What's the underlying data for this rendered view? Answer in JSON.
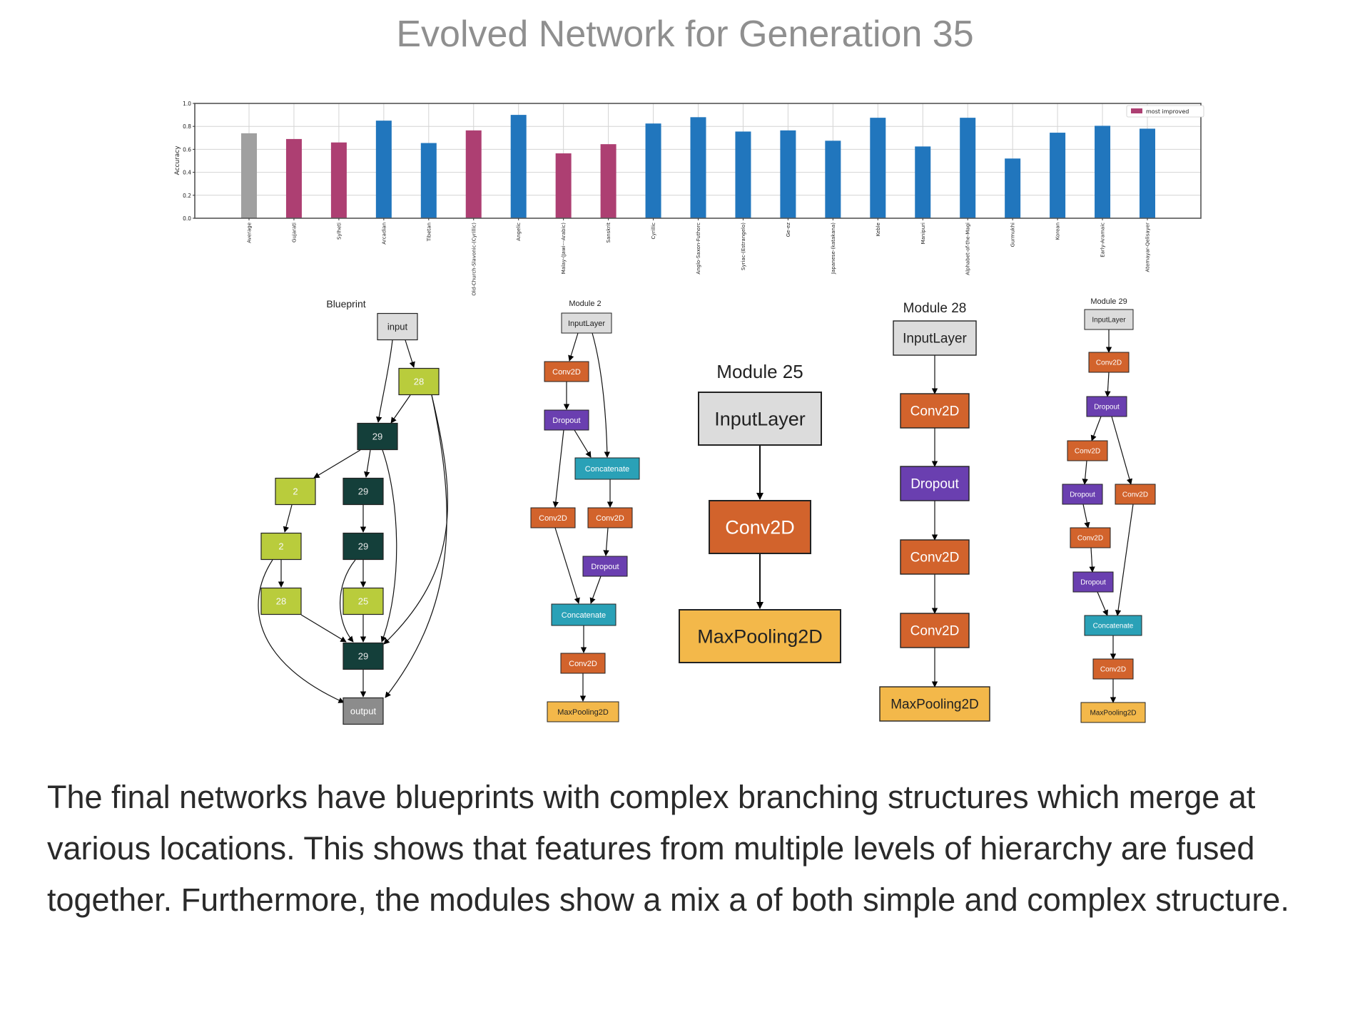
{
  "page": {
    "title": "Evolved Network for Generation 35",
    "caption": "The final networks have blueprints with complex branching structures which merge at various locations. This shows that features from multiple levels of hierarchy are fused together. Furthermore, the modules show a mix a of both simple and complex structure."
  },
  "colors": {
    "average": "#a0a0a0",
    "most_improved": "#ad3f72",
    "default_bar": "#2176bd",
    "input_node": "#dcdcdc",
    "output_node": "#8c8c8c",
    "blueprint_dark": "#143f3a",
    "blueprint_light": "#b9cc3c",
    "conv2d": "#d2632c",
    "dropout": "#6a3fb0",
    "concatenate": "#2aa1b7",
    "maxpooling2d": "#f3b84a"
  },
  "chart_data": {
    "type": "bar",
    "title": "",
    "xlabel": "",
    "ylabel": "Accuracy",
    "ylim": [
      0.0,
      1.0
    ],
    "yticks": [
      "0.0",
      "0.2",
      "0.4",
      "0.6",
      "0.8",
      "1.0"
    ],
    "grid": true,
    "legend": {
      "placement": "top-right",
      "entries": [
        {
          "label": "most improved",
          "color": "#ad3f72"
        }
      ]
    },
    "categories": [
      "Average",
      "Gujarati",
      "Sylheti",
      "Arcadian",
      "Tibetan",
      "Old-Church-Slavonic-(Cyrillic)",
      "Angelic",
      "Malay-(Jawi---Arabic)",
      "Sanskrit",
      "Cyrillic",
      "Anglo-Saxon-Futhorc",
      "Syriac-(Estrangelo)",
      "Ge-ez",
      "Japanese-(katakana)",
      "Keble",
      "Manipuri",
      "Alphabet-of-the-Magi",
      "Gurmukhi",
      "Korean",
      "Early-Aramaic",
      "Atemayar-Qelisayer"
    ],
    "values": [
      0.74,
      0.69,
      0.66,
      0.85,
      0.655,
      0.765,
      0.9,
      0.565,
      0.645,
      0.825,
      0.88,
      0.755,
      0.765,
      0.675,
      0.875,
      0.625,
      0.875,
      0.52,
      0.745,
      0.805,
      0.78
    ],
    "bar_kind": [
      "average",
      "most_improved",
      "most_improved",
      "default",
      "default",
      "most_improved",
      "default",
      "most_improved",
      "most_improved",
      "default",
      "default",
      "default",
      "default",
      "default",
      "default",
      "default",
      "default",
      "default",
      "default",
      "default",
      "default"
    ]
  },
  "diagrams": {
    "blueprint": {
      "title": "Blueprint",
      "nodes": [
        {
          "id": "input",
          "label": "input",
          "kind": "input"
        },
        {
          "id": "b28a",
          "label": "28",
          "kind": "light"
        },
        {
          "id": "b29a",
          "label": "29",
          "kind": "dark"
        },
        {
          "id": "b2a",
          "label": "2",
          "kind": "light"
        },
        {
          "id": "b29b",
          "label": "29",
          "kind": "dark"
        },
        {
          "id": "b2b",
          "label": "2",
          "kind": "light"
        },
        {
          "id": "b29c",
          "label": "29",
          "kind": "dark"
        },
        {
          "id": "b28b",
          "label": "28",
          "kind": "light"
        },
        {
          "id": "b25",
          "label": "25",
          "kind": "light"
        },
        {
          "id": "b29d",
          "label": "29",
          "kind": "dark"
        },
        {
          "id": "output",
          "label": "output",
          "kind": "output"
        }
      ]
    },
    "module2": {
      "title": "Module 2",
      "nodes": [
        "InputLayer",
        "Conv2D",
        "Dropout",
        "Concatenate",
        "Conv2D",
        "Conv2D",
        "Dropout",
        "Concatenate",
        "Conv2D",
        "MaxPooling2D"
      ]
    },
    "module25": {
      "title": "Module 25",
      "nodes": [
        "InputLayer",
        "Conv2D",
        "MaxPooling2D"
      ]
    },
    "module28": {
      "title": "Module 28",
      "nodes": [
        "InputLayer",
        "Conv2D",
        "Dropout",
        "Conv2D",
        "Conv2D",
        "MaxPooling2D"
      ]
    },
    "module29": {
      "title": "Module 29",
      "nodes": [
        "InputLayer",
        "Conv2D",
        "Dropout",
        "Conv2D",
        "Dropout",
        "Conv2D",
        "Conv2D",
        "Dropout",
        "Concatenate",
        "Conv2D",
        "MaxPooling2D"
      ]
    }
  }
}
